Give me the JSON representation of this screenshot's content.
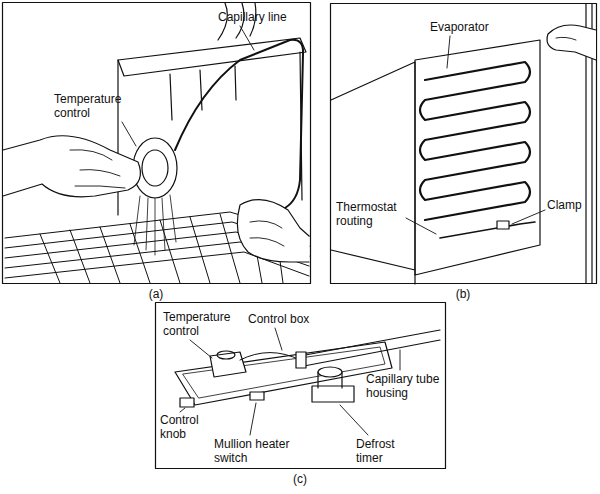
{
  "diagram": {
    "labels": [
      "Capillary line",
      "Temperature control",
      "(a)",
      "Evaporator",
      "Thermostat routing",
      "Clamp",
      "(b)",
      "Temperature control",
      "Control box",
      "Capillary tube housing",
      "Control knob",
      "Mullion heater switch",
      "Defrost timer",
      "(c)"
    ]
  }
}
